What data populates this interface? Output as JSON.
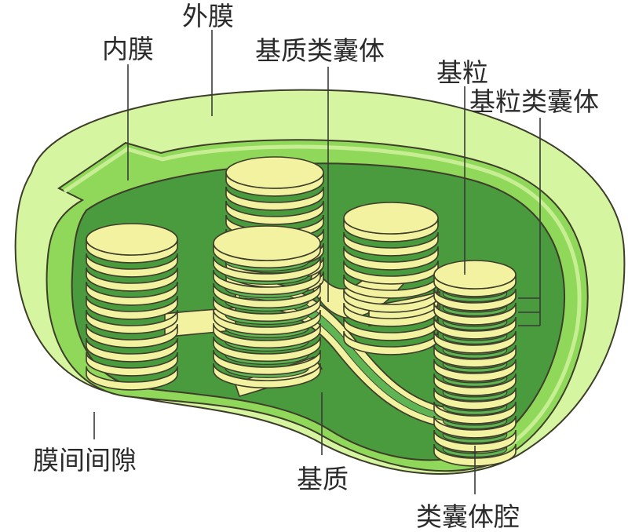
{
  "labels": {
    "outer_membrane": "外膜",
    "inner_membrane": "内膜",
    "stroma_thylakoid": "基质类囊体",
    "granum": "基粒",
    "granum_thylakoid": "基粒类囊体",
    "intermembrane_space": "膜间间隙",
    "stroma": "基质",
    "thylakoid_lumen": "类囊体腔"
  },
  "colors": {
    "outer_membrane": "#d6f5a0",
    "inner_membrane": "#8fd85a",
    "stroma": "#4a9a3e",
    "thylakoid_stack": "#f3f2a0",
    "thylakoid_lumen": "#5fb553",
    "outline": "#3d3d2a"
  }
}
